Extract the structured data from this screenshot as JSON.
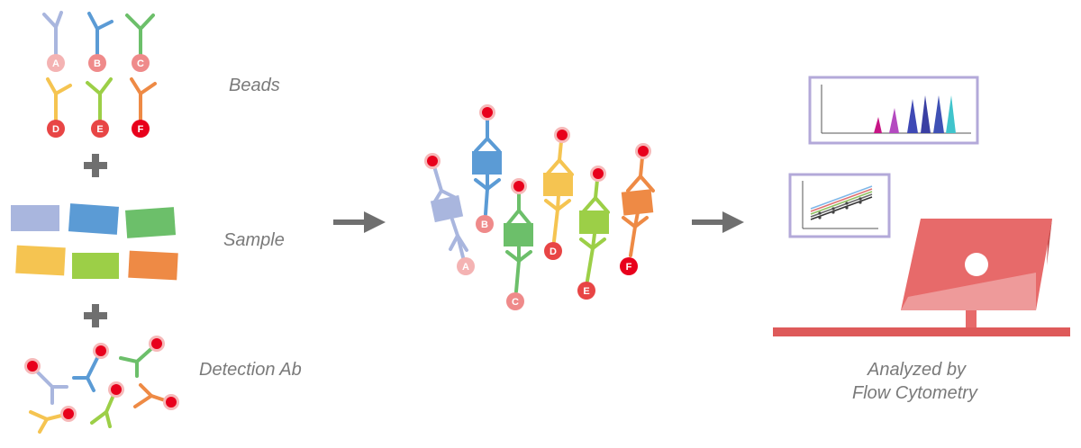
{
  "labels": {
    "beads": "Beads",
    "sample": "Sample",
    "detection_ab": "Detection Ab",
    "analyzed_line1": "Analyzed by",
    "analyzed_line2": "Flow Cytometry"
  },
  "bead_letters": [
    "A",
    "B",
    "C",
    "D",
    "E",
    "F"
  ],
  "colors": {
    "A": "#a9b6de",
    "B": "#5b9bd5",
    "C": "#6cbf6a",
    "D": "#f5c451",
    "E": "#9ccf47",
    "F": "#ee8a45",
    "bead_light": "#f4b3b3",
    "bead_mid": "#ef8a8a",
    "bead_red": "#e84545",
    "detection_dot": "#e8001c",
    "plus": "#6f6f6f",
    "arrow": "#6f6f6f",
    "monitor": "#e76a6a",
    "monitor_base": "#de5a5a",
    "plot_frame": "#b3a9d9",
    "histogram_peaks": [
      "#c71585",
      "#b44ac0",
      "#3f49b5",
      "#3a3fa3",
      "#3f51b5",
      "#40c4cc"
    ]
  }
}
